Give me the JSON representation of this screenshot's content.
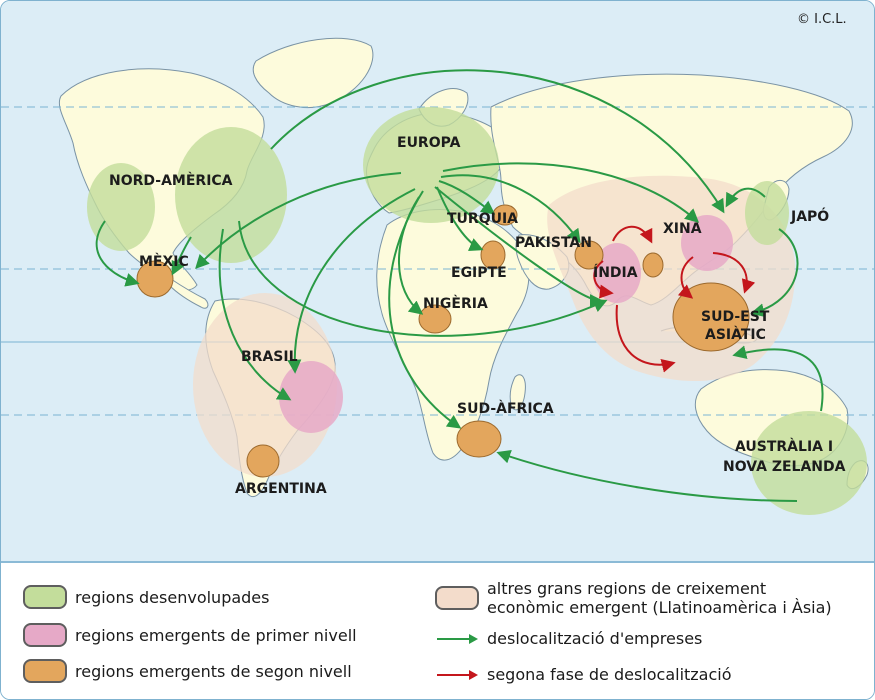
{
  "copyright": "© I.C.L.",
  "colors": {
    "ocean": "#dcedf6",
    "land": "#fdfbdc",
    "developed": "#c3dd9b",
    "emergent_first": "#e6a9c7",
    "emergent_second": "#e3a65d",
    "other_emergent": "#f3dccb",
    "relocation_arrow": "#2a9a45",
    "second_phase_arrow": "#c4161c"
  },
  "map_labels": {
    "north_america": "NORD-AMÈRICA",
    "mexico": "MÈXIC",
    "brazil": "BRASIL",
    "argentina": "ARGENTINA",
    "europe": "EUROPA",
    "turkey": "TURQUIA",
    "egypt": "EGIPTE",
    "nigeria": "NIGÈRIA",
    "south_africa": "SUD-ÀFRICA",
    "pakistan": "PAKISTAN",
    "india": "ÍNDIA",
    "china": "XINA",
    "japan": "JAPÓ",
    "southeast_asia_1": "SUD-EST",
    "southeast_asia_2": "ASIÀTIC",
    "australia_1": "AUSTRÀLIA I",
    "australia_2": "NOVA ZELANDA"
  },
  "legend": {
    "developed": "regions desenvolupades",
    "emergent_first": "regions emergents de primer nivell",
    "emergent_second": "regions emergents de segon nivell",
    "other_line1": "altres grans regions de creixement",
    "other_line2": "econòmic emergent (Llatinoamèrica i Àsia)",
    "relocation": "deslocalització d'empreses",
    "second_phase": "segona fase de deslocalització"
  }
}
